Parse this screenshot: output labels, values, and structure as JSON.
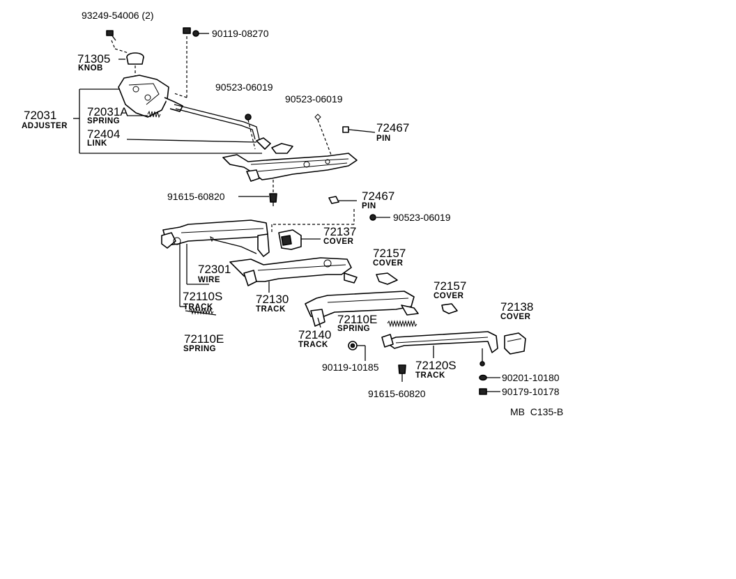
{
  "labels": {
    "p93249": "93249-54006 (2)",
    "p90119a": "90119-08270",
    "p71305": "71305",
    "knob": "KNOB",
    "p90523a": "90523-06019",
    "p90523b": "90523-06019",
    "p72031": "72031",
    "adjuster": "ADJUSTER",
    "p72031a": "72031A",
    "spring1": "SPRING",
    "p72404": "72404",
    "link": "LINK",
    "p72467a": "72467",
    "pin1": "PIN",
    "p91615a": "91615-60820",
    "p72467b": "72467",
    "pin2": "PIN",
    "p90523c": "90523-06019",
    "p72137": "72137",
    "cover1": "COVER",
    "p72157a": "72157",
    "cover2": "COVER",
    "p72301": "72301",
    "wire": "WIRE",
    "p72130": "72130",
    "track1": "TRACK",
    "p72110s": "72110S",
    "track2": "TRACK",
    "p72157b": "72157",
    "cover3": "COVER",
    "p72138": "72138",
    "cover4": "COVER",
    "p72110e_a": "72110E",
    "spring2": "SPRING",
    "p72140": "72140",
    "track3": "TRACK",
    "p72110e_b": "72110E",
    "spring3": "SPRING",
    "p90119b": "90119-10185",
    "p72120s": "72120S",
    "track4": "TRACK",
    "p90201": "90201-10180",
    "p90179": "90179-10178",
    "p91615b": "91615-60820",
    "code": "MB  C135-B"
  }
}
